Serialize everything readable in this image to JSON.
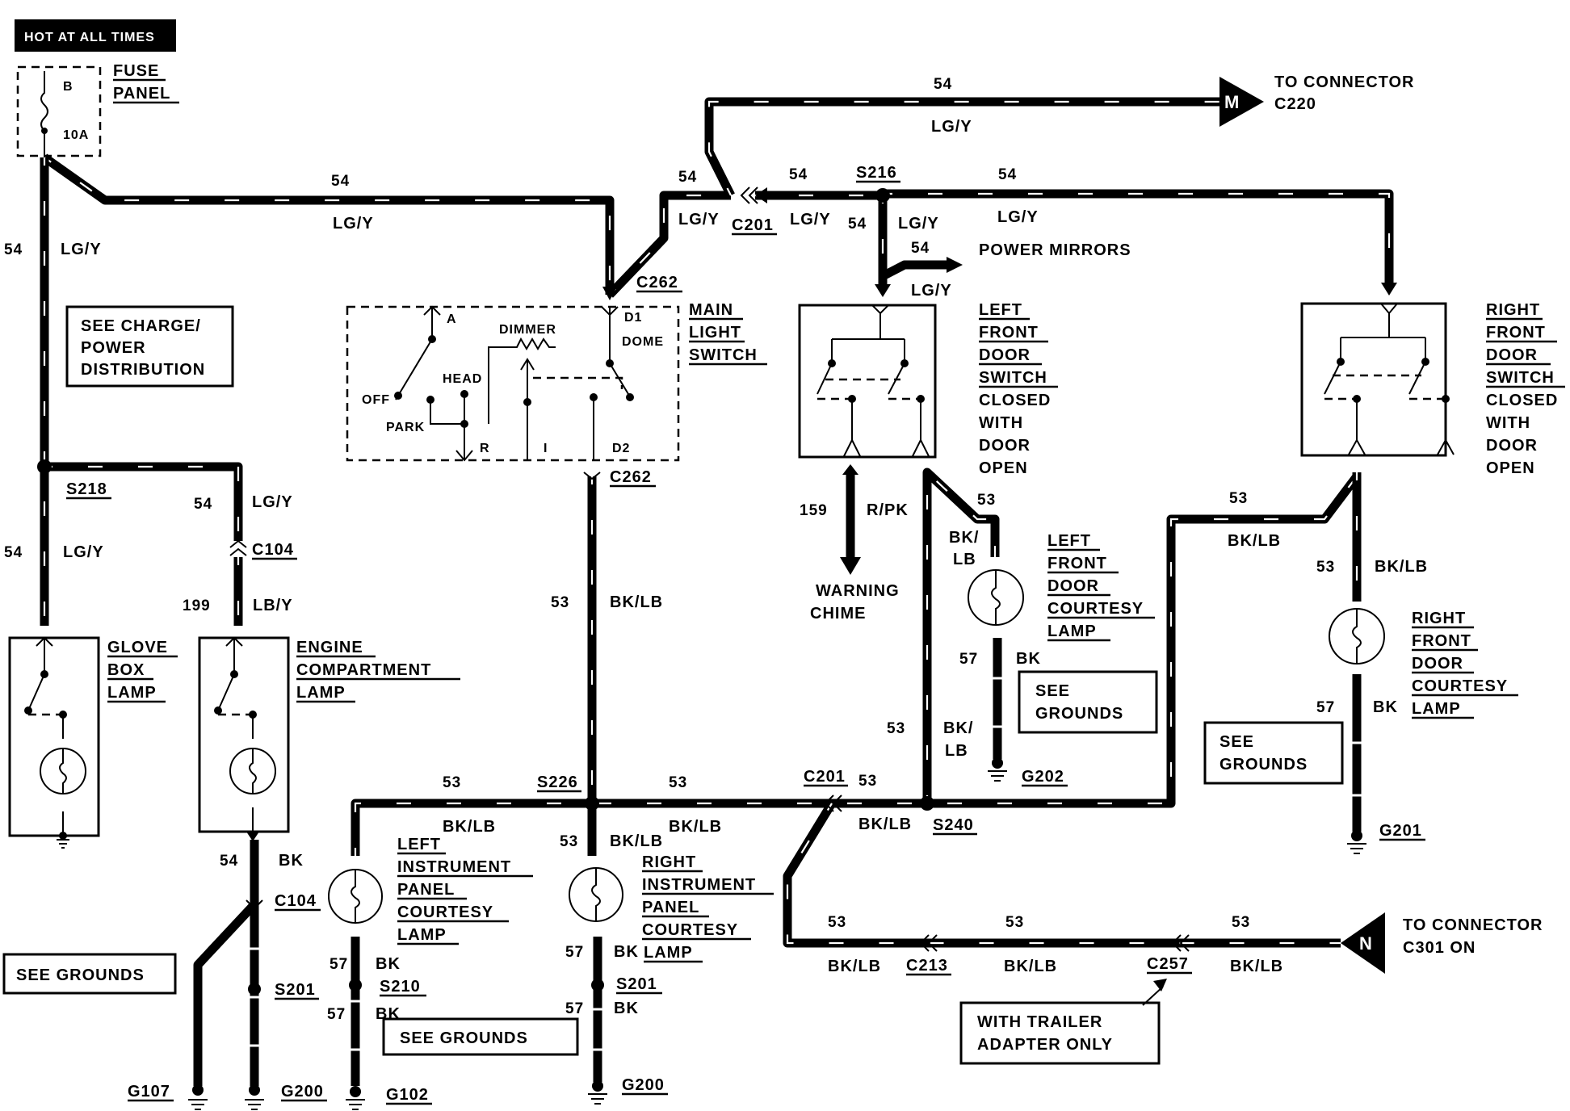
{
  "labels": {
    "hot_at_all_times": "HOT AT ALL TIMES",
    "fuse_panel_1": "FUSE",
    "fuse_panel_2": "PANEL",
    "fuse_b": "B",
    "fuse_10a": "10A",
    "to_connector_c220_1": "TO CONNECTOR",
    "to_connector_c220_2": "C220",
    "connector_m": "M",
    "connector_n": "N",
    "to_connector_c301_1": "TO CONNECTOR",
    "to_connector_c301_2": "C301 ON",
    "see_charge_1": "SEE CHARGE/",
    "see_charge_2": "POWER",
    "see_charge_3": "DISTRIBUTION",
    "main_light_switch_1": "MAIN",
    "main_light_switch_2": "LIGHT",
    "main_light_switch_3": "SWITCH",
    "sw_a": "A",
    "sw_d1": "D1",
    "sw_dome": "DOME",
    "sw_dimmer": "DIMMER",
    "sw_off": "OFF",
    "sw_head": "HEAD",
    "sw_park": "PARK",
    "sw_r": "R",
    "sw_i": "I",
    "sw_d2": "D2",
    "power_mirrors": "POWER MIRRORS",
    "lf_door_switch": [
      "LEFT",
      "FRONT",
      "DOOR",
      "SWITCH",
      "CLOSED",
      "WITH",
      "DOOR",
      "OPEN"
    ],
    "rf_door_switch": [
      "RIGHT",
      "FRONT",
      "DOOR",
      "SWITCH",
      "CLOSED",
      "WITH",
      "DOOR",
      "OPEN"
    ],
    "warning_chime_1": "WARNING",
    "warning_chime_2": "CHIME",
    "lf_courtesy": [
      "LEFT",
      "FRONT",
      "DOOR",
      "COURTESY",
      "LAMP"
    ],
    "rf_courtesy": [
      "RIGHT",
      "FRONT",
      "DOOR",
      "COURTESY",
      "LAMP"
    ],
    "see_grounds_1": "SEE",
    "see_grounds_2": "GROUNDS",
    "see_grounds_line": "SEE GROUNDS",
    "glove_box": [
      "GLOVE",
      "BOX",
      "LAMP"
    ],
    "engine_comp": [
      "ENGINE",
      "COMPARTMENT",
      "LAMP"
    ],
    "left_ip": [
      "LEFT",
      "INSTRUMENT",
      "PANEL",
      "COURTESY",
      "LAMP"
    ],
    "right_ip": [
      "RIGHT",
      "INSTRUMENT",
      "PANEL",
      "COURTESY",
      "LAMP"
    ],
    "trailer_1": "WITH TRAILER",
    "trailer_2": "ADAPTER ONLY"
  },
  "circuits": {
    "c54": "54",
    "c53": "53",
    "c57": "57",
    "c159": "159",
    "c199": "199"
  },
  "wire_colors": {
    "lgy": "LG/Y",
    "bklb": "BK/LB",
    "bk": "BK",
    "rpk": "R/PK",
    "lby": "LB/Y",
    "bk_stack_1": "BK/",
    "bk_stack_2": "LB"
  },
  "refs": {
    "s216": "S216",
    "c201": "C201",
    "c262": "C262",
    "s218": "S218",
    "c104": "C104",
    "s226": "S226",
    "s240": "S240",
    "s210": "S210",
    "s201": "S201",
    "c213": "C213",
    "c257": "C257",
    "g107": "G107",
    "g200": "G200",
    "g102": "G102",
    "g202": "G202",
    "g201": "G201"
  }
}
